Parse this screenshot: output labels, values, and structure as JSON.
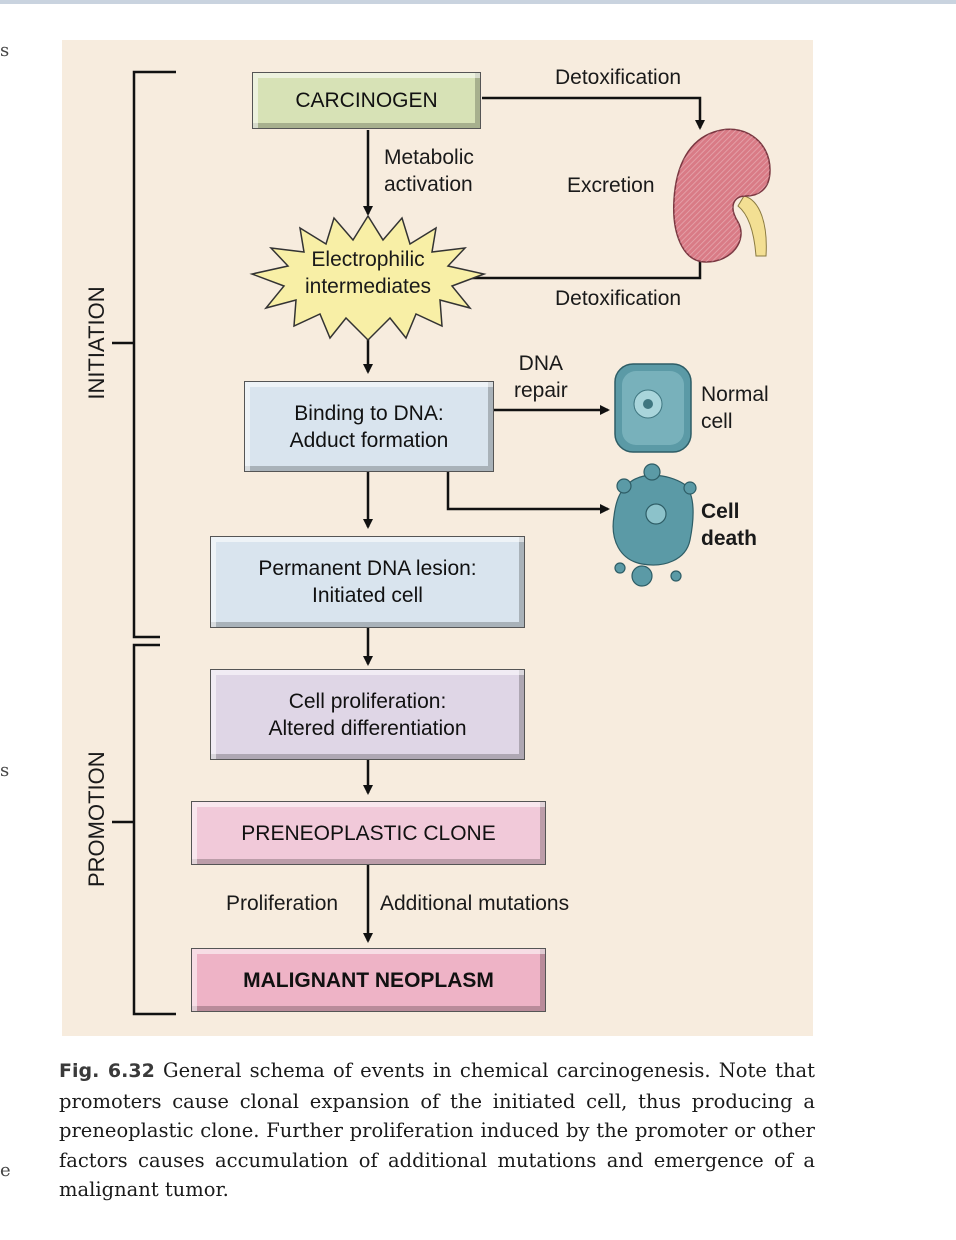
{
  "figure": {
    "nodes": {
      "carcinogen": "CARCINOGEN",
      "electrophilic": "Electrophilic intermediates",
      "electrophilic_line1": "Electrophilic",
      "electrophilic_line2": "intermediates",
      "binding_line1": "Binding to DNA:",
      "binding_line2": "Adduct formation",
      "lesion_line1": "Permanent DNA lesion:",
      "lesion_line2": "Initiated cell",
      "prolif_line1": "Cell proliferation:",
      "prolif_line2": "Altered differentiation",
      "preneo": "PRENEOPLASTIC CLONE",
      "malignant": "MALIGNANT NEOPLASM"
    },
    "labels": {
      "detox_top": "Detoxification",
      "metabolic_line1": "Metabolic",
      "metabolic_line2": "activation",
      "excretion": "Excretion",
      "detox_bottom": "Detoxification",
      "dna_repair_line1": "DNA",
      "dna_repair_line2": "repair",
      "normal_cell_line1": "Normal",
      "normal_cell_line2": "cell",
      "cell_death_line1": "Cell",
      "cell_death_line2": "death",
      "proliferation": "Proliferation",
      "additional_mutations": "Additional mutations"
    },
    "phases": {
      "initiation": "INITIATION",
      "promotion": "PROMOTION"
    }
  },
  "caption": {
    "fig_label": "Fig. 6.32",
    "text": "General schema of events in chemical carcinogenesis. Note that promoters cause clonal expansion of the initiated cell, thus producing a preneoplastic clone. Further proliferation induced by the promoter or other factors causes accumulation of additional mutations and emergence of a malignant tumor."
  },
  "colors": {
    "panel_bg": "#f7ecde",
    "carcinogen_fill": "#d7e2b6",
    "electrophilic_fill": "#f8efa6",
    "dna_box_fill": "#d9e4ee",
    "proliferation_fill": "#dfd6e6",
    "preneo_fill": "#f1c9d9",
    "malignant_fill": "#eeb3c6",
    "kidney": "#d97b86",
    "cell": "#5b9aa6"
  }
}
